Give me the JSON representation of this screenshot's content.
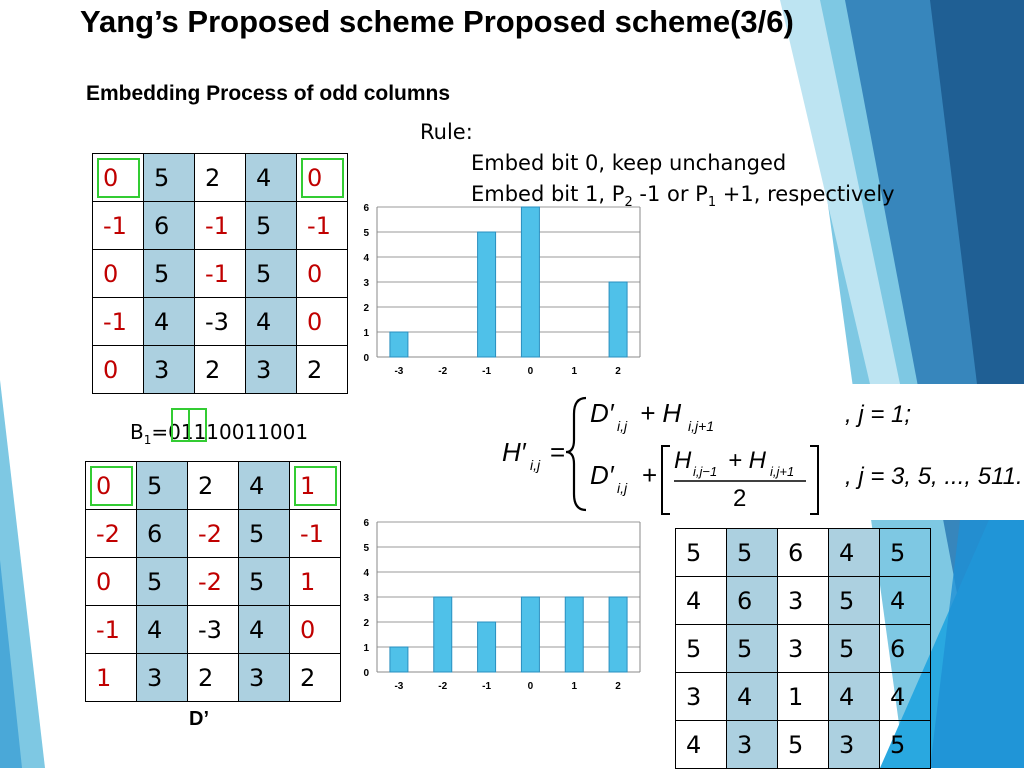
{
  "title": "Yang’s Proposed scheme Proposed scheme(3/6)",
  "subtitle": "Embedding Process of odd columns",
  "rule": {
    "heading": "Rule:",
    "line1": "Embed bit 0, keep unchanged",
    "line2_a": "Embed bit 1, P",
    "line2_sub1": "2",
    "line2_b": " -1 or P",
    "line2_sub2": "1",
    "line2_c": " +1, respectively"
  },
  "bits": {
    "prefix": "B",
    "sub": "1",
    "value": "=01110011001"
  },
  "d_label": "D’",
  "table_before": [
    [
      {
        "v": "0",
        "c": "red",
        "hl": true
      },
      {
        "v": "5",
        "bg": "blue"
      },
      {
        "v": "2"
      },
      {
        "v": "4",
        "bg": "blue"
      },
      {
        "v": "0",
        "c": "red",
        "hl": true
      }
    ],
    [
      {
        "v": "-1",
        "c": "red"
      },
      {
        "v": "6",
        "bg": "blue"
      },
      {
        "v": "-1",
        "c": "red"
      },
      {
        "v": "5",
        "bg": "blue"
      },
      {
        "v": "-1",
        "c": "red"
      }
    ],
    [
      {
        "v": "0",
        "c": "red"
      },
      {
        "v": "5",
        "bg": "blue"
      },
      {
        "v": "-1",
        "c": "red"
      },
      {
        "v": "5",
        "bg": "blue"
      },
      {
        "v": "0",
        "c": "red"
      }
    ],
    [
      {
        "v": "-1",
        "c": "red"
      },
      {
        "v": "4",
        "bg": "blue"
      },
      {
        "v": "-3"
      },
      {
        "v": "4",
        "bg": "blue"
      },
      {
        "v": "0",
        "c": "red"
      }
    ],
    [
      {
        "v": "0",
        "c": "red"
      },
      {
        "v": "3",
        "bg": "blue"
      },
      {
        "v": "2"
      },
      {
        "v": "3",
        "bg": "blue"
      },
      {
        "v": "2"
      }
    ]
  ],
  "table_after": [
    [
      {
        "v": "0",
        "c": "red",
        "hl": true
      },
      {
        "v": "5",
        "bg": "blue"
      },
      {
        "v": "2"
      },
      {
        "v": "4",
        "bg": "blue"
      },
      {
        "v": "1",
        "c": "red",
        "hl": true
      }
    ],
    [
      {
        "v": "-2",
        "c": "red"
      },
      {
        "v": "6",
        "bg": "blue"
      },
      {
        "v": "-2",
        "c": "red"
      },
      {
        "v": "5",
        "bg": "blue"
      },
      {
        "v": "-1",
        "c": "red"
      }
    ],
    [
      {
        "v": "0",
        "c": "red"
      },
      {
        "v": "5",
        "bg": "blue"
      },
      {
        "v": "-2",
        "c": "red"
      },
      {
        "v": "5",
        "bg": "blue"
      },
      {
        "v": "1",
        "c": "red"
      }
    ],
    [
      {
        "v": "-1",
        "c": "red"
      },
      {
        "v": "4",
        "bg": "blue"
      },
      {
        "v": "-3"
      },
      {
        "v": "4",
        "bg": "blue"
      },
      {
        "v": "0",
        "c": "red"
      }
    ],
    [
      {
        "v": "1",
        "c": "red"
      },
      {
        "v": "3",
        "bg": "blue"
      },
      {
        "v": "2"
      },
      {
        "v": "3",
        "bg": "blue"
      },
      {
        "v": "2"
      }
    ]
  ],
  "table_result": [
    [
      {
        "v": "5"
      },
      {
        "v": "5",
        "bg": "blue"
      },
      {
        "v": "6"
      },
      {
        "v": "4",
        "bg": "blue"
      },
      {
        "v": "5"
      }
    ],
    [
      {
        "v": "4"
      },
      {
        "v": "6",
        "bg": "blue"
      },
      {
        "v": "3"
      },
      {
        "v": "5",
        "bg": "blue"
      },
      {
        "v": "4"
      }
    ],
    [
      {
        "v": "5"
      },
      {
        "v": "5",
        "bg": "blue"
      },
      {
        "v": "3"
      },
      {
        "v": "5",
        "bg": "blue"
      },
      {
        "v": "6"
      }
    ],
    [
      {
        "v": "3"
      },
      {
        "v": "4",
        "bg": "blue"
      },
      {
        "v": "1"
      },
      {
        "v": "4",
        "bg": "blue"
      },
      {
        "v": "4"
      }
    ],
    [
      {
        "v": "4"
      },
      {
        "v": "3",
        "bg": "blue"
      },
      {
        "v": "5"
      },
      {
        "v": "3",
        "bg": "blue"
      },
      {
        "v": "5"
      }
    ]
  ],
  "formula": {
    "lhs": "H′",
    "lhs_sub": "i,j",
    "eq": "=",
    "case1_a": "D′",
    "case1_sub": "i,j",
    "case1_b": " + H",
    "case1_sub2": "i,j+1",
    "case1_cond": ",   j = 1;",
    "case2_a": "D′",
    "case2_sub": "i,j",
    "case2_plus": "+",
    "case2_num_a": "H",
    "case2_num_sub1": "i,j−1",
    "case2_num_plus": " + H",
    "case2_num_sub2": "i,j+1",
    "case2_den": "2",
    "case2_cond": ",  j = 3, 5, ..., 511."
  },
  "chart_data": [
    {
      "type": "bar",
      "categories": [
        "-3",
        "-2",
        "-1",
        "0",
        "1",
        "2"
      ],
      "values": [
        1,
        0,
        5,
        6,
        0,
        3
      ],
      "ylim": [
        0,
        6
      ],
      "yticks": [
        "0",
        "1",
        "2",
        "3",
        "4",
        "5",
        "6"
      ],
      "grid": true,
      "color": "#4fc1e9"
    },
    {
      "type": "bar",
      "categories": [
        "-3",
        "-2",
        "-1",
        "0",
        "1",
        "2"
      ],
      "values": [
        1,
        3,
        2,
        3,
        3,
        3
      ],
      "ylim": [
        0,
        6
      ],
      "yticks": [
        "0",
        "1",
        "2",
        "3",
        "4",
        "5",
        "6"
      ],
      "grid": true,
      "color": "#4fc1e9"
    }
  ],
  "colors": {
    "accent_blue": "#4fc1e9",
    "cell_blue": "#acd0e0",
    "red_text": "#c00000",
    "highlight_green": "#33cc33"
  }
}
